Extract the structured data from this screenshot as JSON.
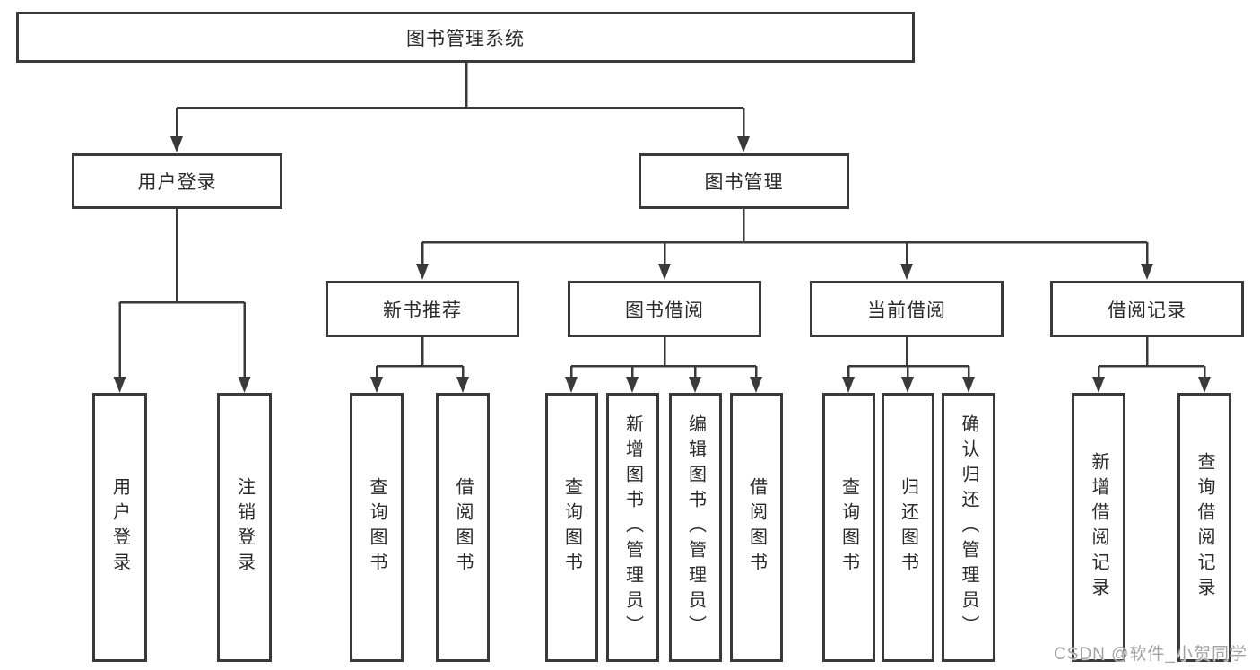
{
  "root": {
    "label": "图书管理系统"
  },
  "login": {
    "label": "用户登录",
    "children": [
      {
        "label": "用户登录"
      },
      {
        "label": "注销登录"
      }
    ]
  },
  "mgmt": {
    "label": "图书管理"
  },
  "groups": [
    {
      "label": "新书推荐",
      "children": [
        {
          "label": "查询图书"
        },
        {
          "label": "借阅图书"
        }
      ]
    },
    {
      "label": "图书借阅",
      "children": [
        {
          "label": "查询图书"
        },
        {
          "label": "新增图书（管理员）"
        },
        {
          "label": "编辑图书（管理员）"
        },
        {
          "label": "借阅图书"
        }
      ]
    },
    {
      "label": "当前借阅",
      "children": [
        {
          "label": "查询图书"
        },
        {
          "label": "归还图书"
        },
        {
          "label": "确认归还（管理员）"
        }
      ]
    },
    {
      "label": "借阅记录",
      "children": [
        {
          "label": "新增借阅记录"
        },
        {
          "label": "查询借阅记录"
        }
      ]
    }
  ],
  "watermark": "CSDN @软件_小贺同学",
  "colors": {
    "line": "#3a3a3a",
    "box_border": "#3a3a3a",
    "text": "#2a2a2a",
    "watermark": "#a3a3a3",
    "background": "#ffffff"
  }
}
